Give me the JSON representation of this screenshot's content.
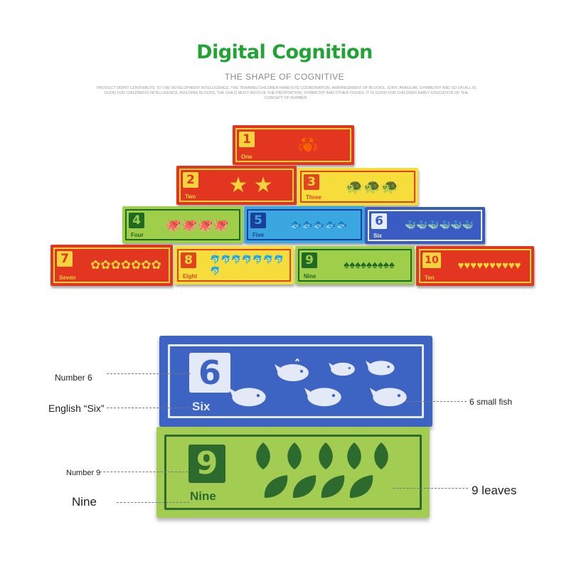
{
  "header": {
    "title": "Digital Cognition",
    "subtitle": "THE SHAPE OF COGNITIVE",
    "fine_print": "PRODUCT DIDN'T CONTRIBUTE TO THE DEVELOPMENT INTELLIGENCE, THE TRAINING CHILDREN HAND-EYE COORDINATION, ARRANGEMENT OF BLOCKS, JOINT, ANNULAR, SYMMETRY AND SO ON ALL IS GOOD FOR CHILDREN'S INTELLIGENCE, BUILDING BLOCKS, THE CHILD MUST INVOLVE THE PROPORTION, SYMMETRY AND OTHER ISSUES. IT IS GOOD FOR CHILDREN EARLY EDUCATION OF THE CONCEPT OF NUMBER."
  },
  "blocks": [
    {
      "number": "1",
      "word": "One",
      "pics": "🦀",
      "color": "#e23620"
    },
    {
      "number": "2",
      "word": "Two",
      "pics": "★ ★",
      "color": "#e23620"
    },
    {
      "number": "3",
      "word": "Three",
      "pics": "🐢🐢🐢",
      "color": "#f6dd3c"
    },
    {
      "number": "4",
      "word": "Four",
      "pics": "🐙🐙🐙🐙",
      "color": "#9fce4a"
    },
    {
      "number": "5",
      "word": "Five",
      "pics": "🐟🐟🐟🐟🐟",
      "color": "#3aa7e1"
    },
    {
      "number": "6",
      "word": "Six",
      "pics": "🐳🐳🐳🐳🐳🐳",
      "color": "#3a5cc2"
    },
    {
      "number": "7",
      "word": "Seven",
      "pics": "✿✿✿✿✿✿✿",
      "color": "#e23620"
    },
    {
      "number": "8",
      "word": "Eight",
      "pics": "🐬🐬🐬🐬🐬🐬🐬🐬",
      "color": "#f6dd3c"
    },
    {
      "number": "9",
      "word": "Nine",
      "pics": "♠♠♠♠♠♠♠♠♠",
      "color": "#9fce4a"
    },
    {
      "number": "10",
      "word": "Ten",
      "pics": "♥♥♥♥♥♥♥♥♥♥",
      "color": "#e23620"
    }
  ],
  "detail": {
    "six": {
      "number": "6",
      "word": "Six"
    },
    "nine": {
      "number": "9",
      "word": "Nine"
    }
  },
  "annotations": {
    "number_6": "Number 6",
    "english_six": "English “Six”",
    "six_fish": "6 small fish",
    "number_9": "Number 9",
    "nine": "Nine",
    "nine_leaves": "9 leaves"
  }
}
